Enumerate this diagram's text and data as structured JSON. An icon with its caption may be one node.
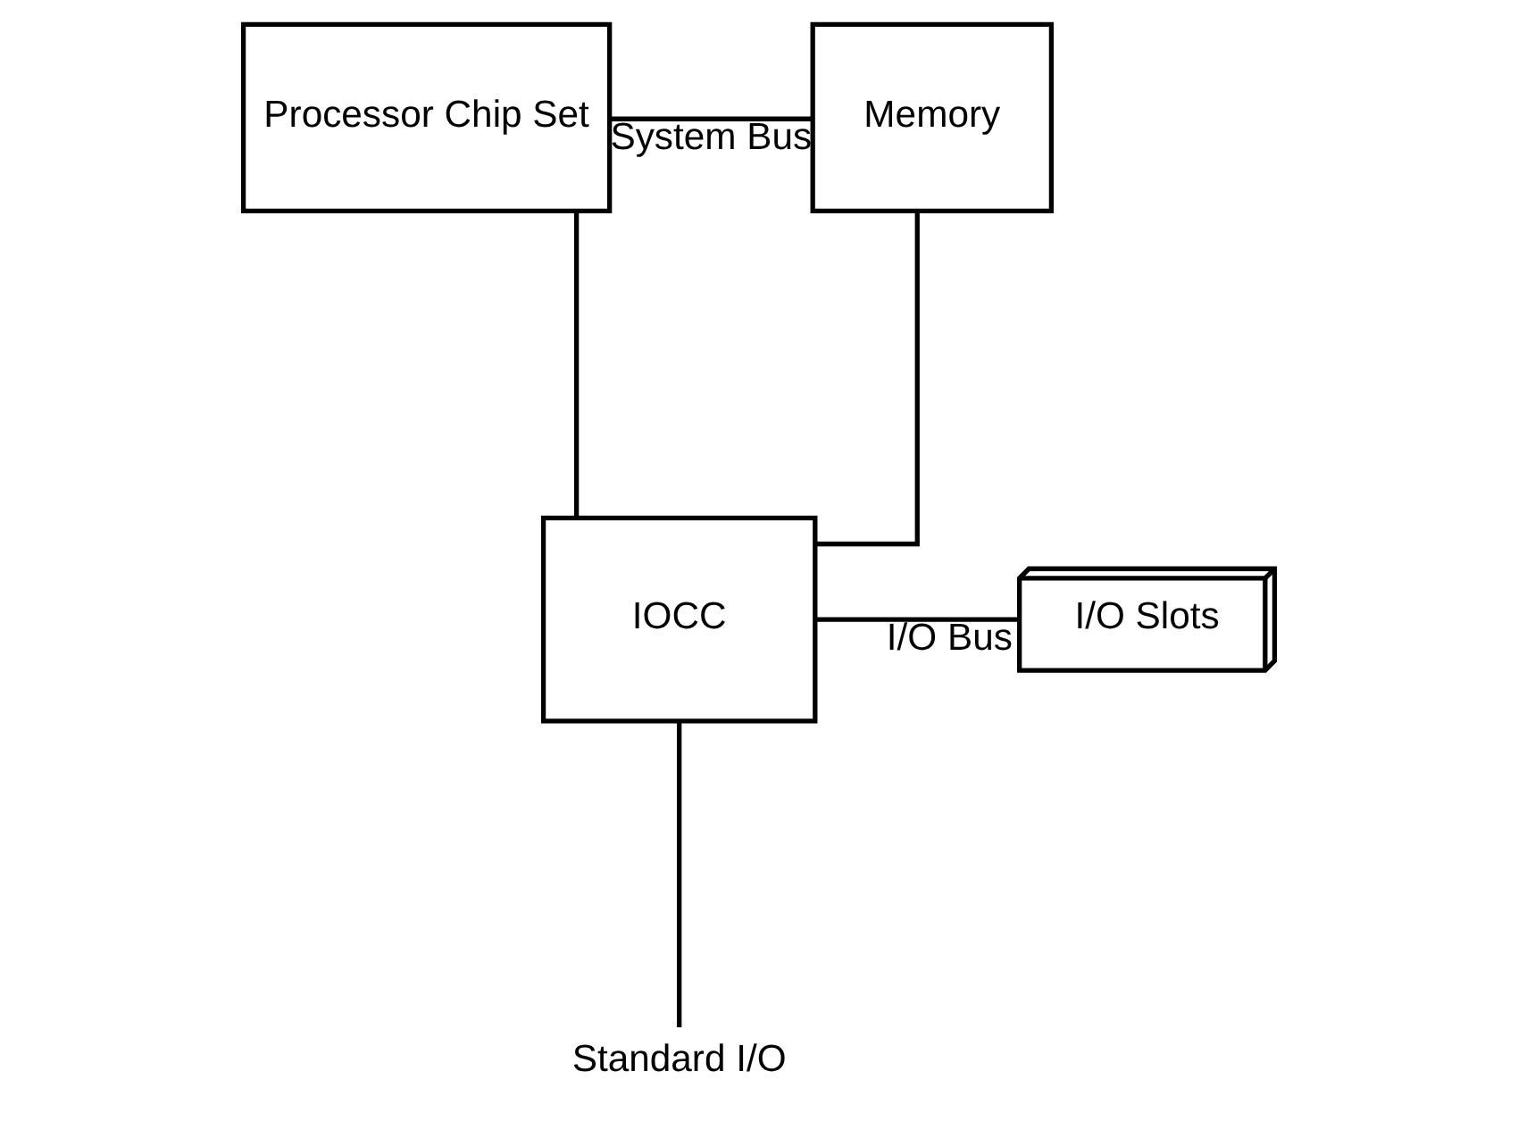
{
  "diagram": {
    "nodes": [
      {
        "text": [
          "Processor Chip Set"
        ]
      },
      {
        "text": [
          "Memory"
        ]
      },
      {
        "text": [
          "IOCC"
        ]
      },
      {
        "text": [
          "I/O Slots"
        ]
      },
      {
        "text": [
          "Standard I/O"
        ]
      }
    ],
    "edges": [
      {
        "from": 0,
        "to": 1,
        "arrow": "none",
        "label": "System Bus"
      },
      {
        "from": 0,
        "to": 2,
        "arrow": "none"
      },
      {
        "from": 1,
        "to": 2,
        "arrow": "none"
      },
      {
        "from": 2,
        "to": 3,
        "arrow": "none",
        "label": "I/O Bus"
      },
      {
        "from": 2,
        "to": 4,
        "arrow": "none"
      }
    ]
  }
}
